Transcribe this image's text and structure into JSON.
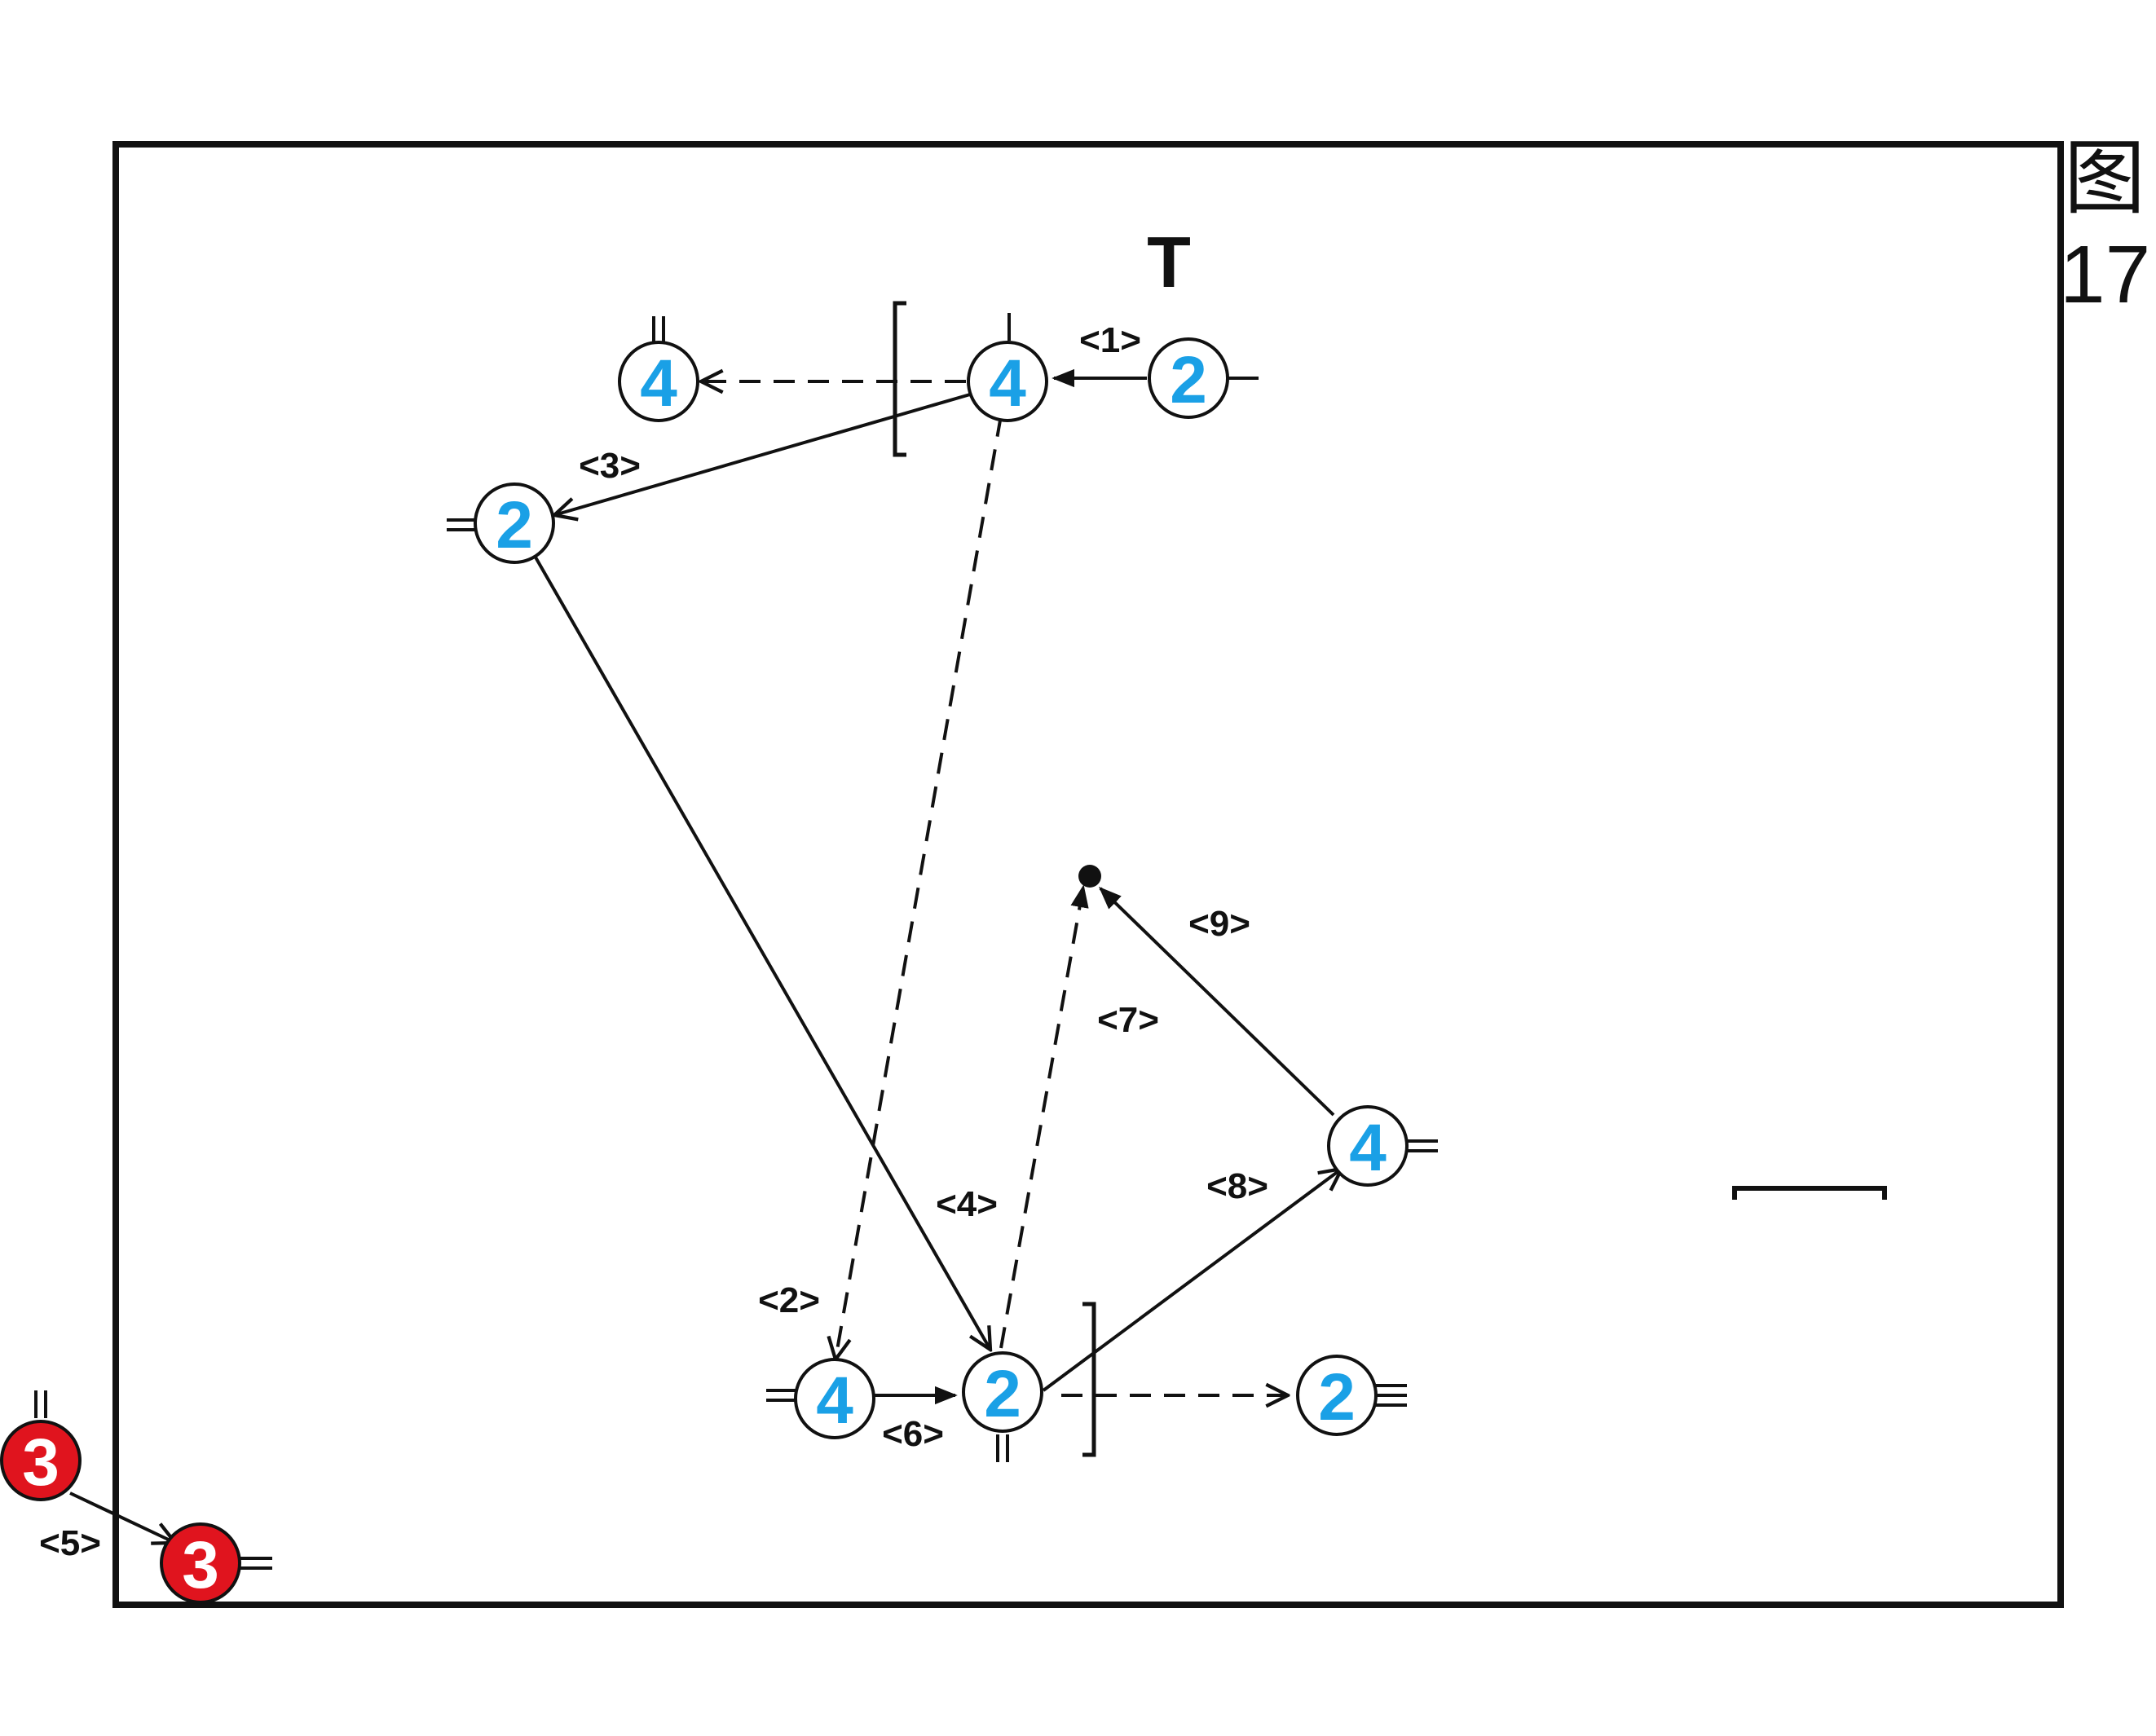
{
  "figure": {
    "char": "图",
    "number": "17"
  },
  "marker_T": "T",
  "step_labels": {
    "s1": "<1>",
    "s2": "<2>",
    "s3": "<3>",
    "s4": "<4>",
    "s5": "<5>",
    "s6": "<6>",
    "s7": "<7>",
    "s8": "<8>",
    "s9": "<9>"
  },
  "players": {
    "p1": "4",
    "p2": "2",
    "p3": "4",
    "p4": "2",
    "p5": "4",
    "p6": "2",
    "p7": "2",
    "p8": "4",
    "p9": "3",
    "p10": "3"
  },
  "colors": {
    "player_blue": "#1aa0e6",
    "player_red": "#e0141e",
    "line": "#111111"
  },
  "icons": [
    "arrow-head-icon",
    "bracket-icon",
    "ball-dot-icon",
    "goal-icon"
  ]
}
